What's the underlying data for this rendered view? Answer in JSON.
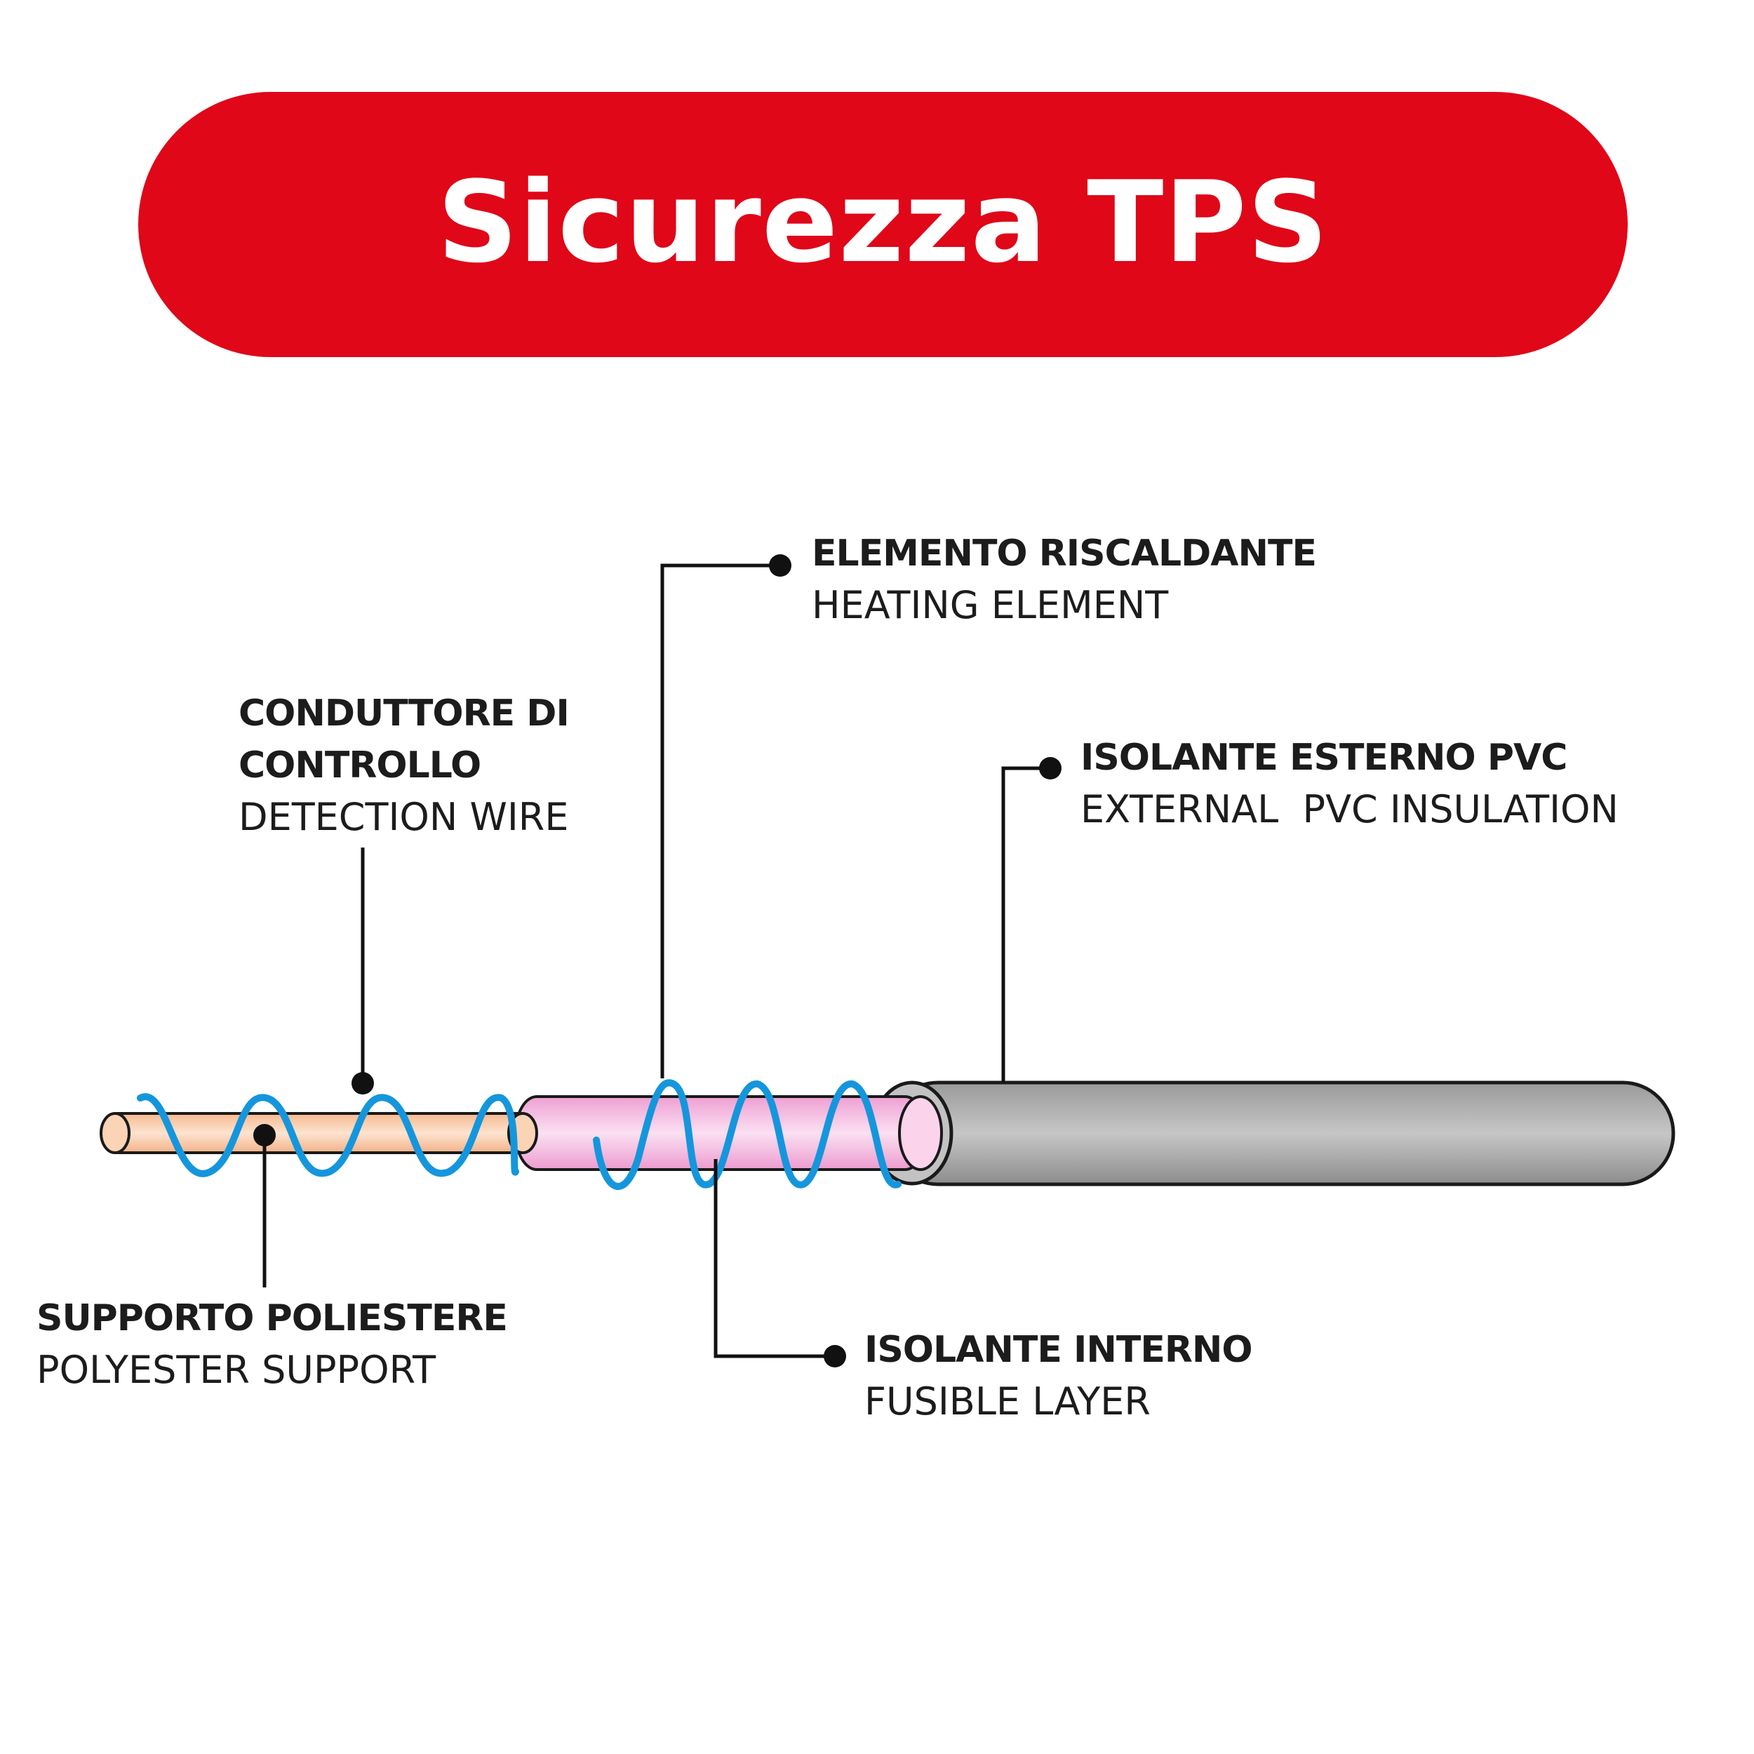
{
  "title": "Sicurezza TPS",
  "colors": {
    "banner": "#df0718",
    "polyester_core": "#fbd3b5",
    "detection_wire": "#1596dc",
    "fusible_layer": "#f5bde2",
    "outer_insulation": "#b5b5b5",
    "leader_line": "#111111"
  },
  "labels": {
    "heating_element": {
      "it": "ELEMENTO RISCALDANTE",
      "en": "HEATING ELEMENT"
    },
    "detection_wire": {
      "it_line1": "CONDUTTORE DI",
      "it_line2": "CONTROLLO",
      "en": "DETECTION WIRE"
    },
    "external_insulation": {
      "it": "ISOLANTE ESTERNO PVC",
      "en": "EXTERNAL  PVC INSULATION"
    },
    "polyester_support": {
      "it": "SUPPORTO POLIESTERE",
      "en": "POLYESTER SUPPORT"
    },
    "fusible_layer": {
      "it": "ISOLANTE INTERNO",
      "en": "FUSIBLE LAYER"
    }
  }
}
